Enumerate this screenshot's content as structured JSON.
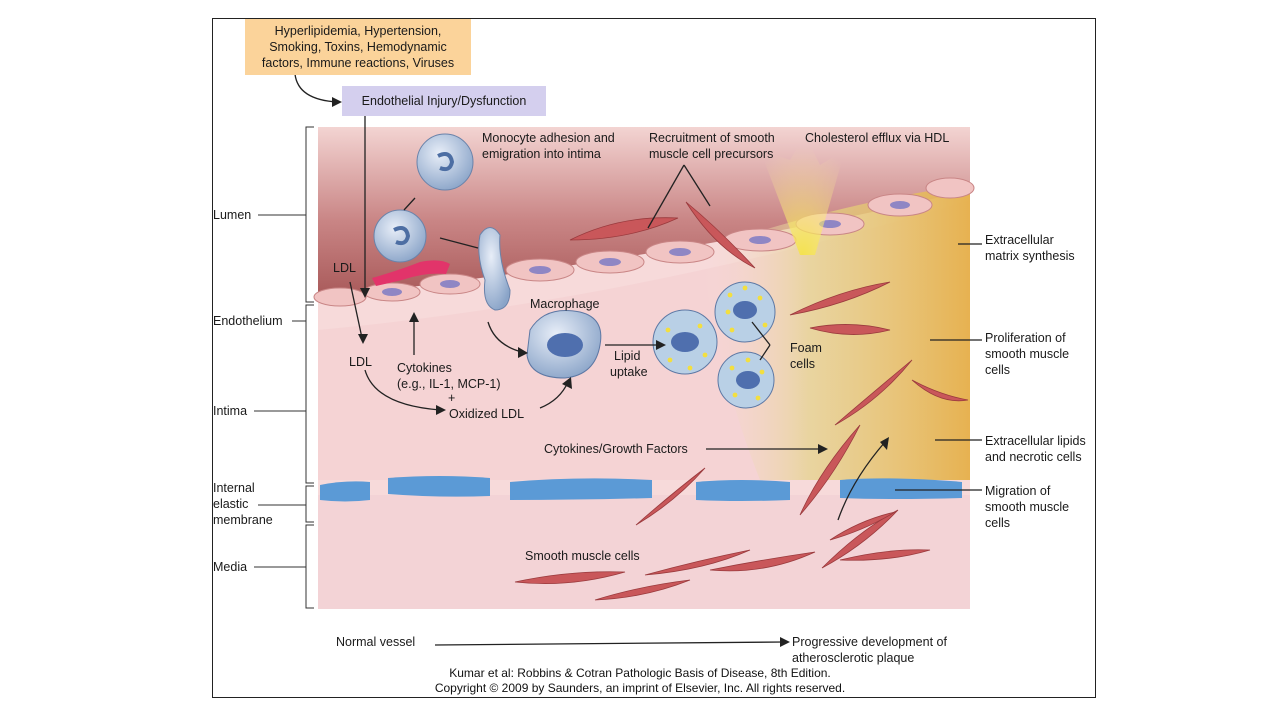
{
  "risk_factors": {
    "line1": "Hyperlipidemia, Hypertension,",
    "line2": "Smoking, Toxins, Hemodynamic",
    "line3": "factors, Immune reactions, Viruses"
  },
  "endothelial_injury": "Endothelial Injury/Dysfunction",
  "layers": {
    "lumen": "Lumen",
    "endothelium": "Endothelium",
    "intima": "Intima",
    "iem_line1": "Internal",
    "iem_line2": "elastic",
    "iem_line3": "membrane",
    "media": "Media"
  },
  "callouts": {
    "monocyte_1": "Monocyte adhesion and",
    "monocyte_2": "emigration into intima",
    "recruit_1": "Recruitment of smooth",
    "recruit_2": "muscle cell precursors",
    "hdl": "Cholesterol efflux via HDL",
    "ldl_top": "LDL",
    "ldl_mid": "LDL",
    "cytokines_1": "Cytokines",
    "cytokines_2": "(e.g., IL-1, MCP-1)",
    "plus": "+",
    "oxidized": "Oxidized LDL",
    "macrophage": "Macrophage",
    "lipid_1": "Lipid",
    "lipid_2": "uptake",
    "foam_1": "Foam",
    "foam_2": "cells",
    "growth": "Cytokines/Growth Factors",
    "smc": "Smooth muscle cells",
    "ecm_1": "Extracellular",
    "ecm_2": "matrix synthesis",
    "prolif_1": "Proliferation of",
    "prolif_2": "smooth muscle",
    "prolif_3": "cells",
    "lipids_1": "Extracellular lipids",
    "lipids_2": "and necrotic cells",
    "migr_1": "Migration of",
    "migr_2": "smooth muscle",
    "migr_3": "cells"
  },
  "progression": {
    "start": "Normal vessel",
    "end_1": "Progressive development of",
    "end_2": "atherosclerotic plaque"
  },
  "credit": {
    "line1": "Kumar et al: Robbins & Cotran Pathologic Basis of Disease, 8th Edition.",
    "line2": "Copyright © 2009 by Saunders, an imprint of Elsevier, Inc. All rights reserved."
  },
  "colors": {
    "risk_box": "#fbd39a",
    "injury_box": "#d4cfee",
    "lumen": "#b86a6a",
    "intima": "#f6d9d9",
    "elastic_membrane": "#5b9ad6",
    "smooth_muscle": "#c9575a"
  }
}
